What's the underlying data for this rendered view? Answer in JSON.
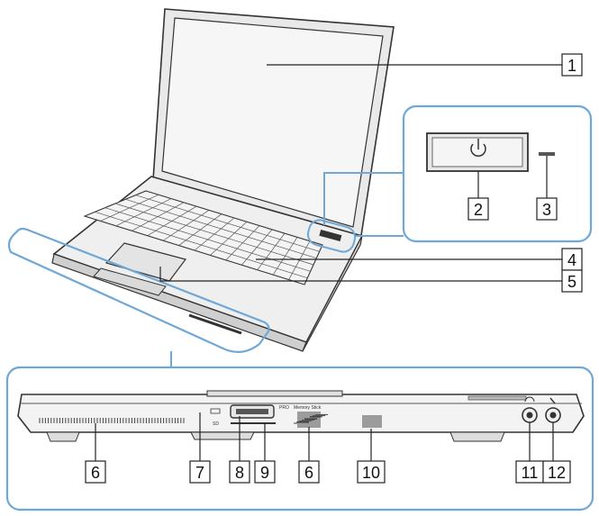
{
  "callouts": {
    "c1": "1",
    "c2": "2",
    "c3": "3",
    "c4": "4",
    "c5": "5",
    "c6a": "6",
    "c6b": "6",
    "c7": "7",
    "c8": "8",
    "c9": "9",
    "c10": "10",
    "c11": "11",
    "c12": "12"
  },
  "port_labels": {
    "pro": "PRO",
    "memory_stick": "Memory Stick",
    "sd": "SD"
  },
  "colors": {
    "highlight_outline": "#6fa8d6",
    "line": "#222222",
    "callout_box_fill": "#ffffff"
  }
}
